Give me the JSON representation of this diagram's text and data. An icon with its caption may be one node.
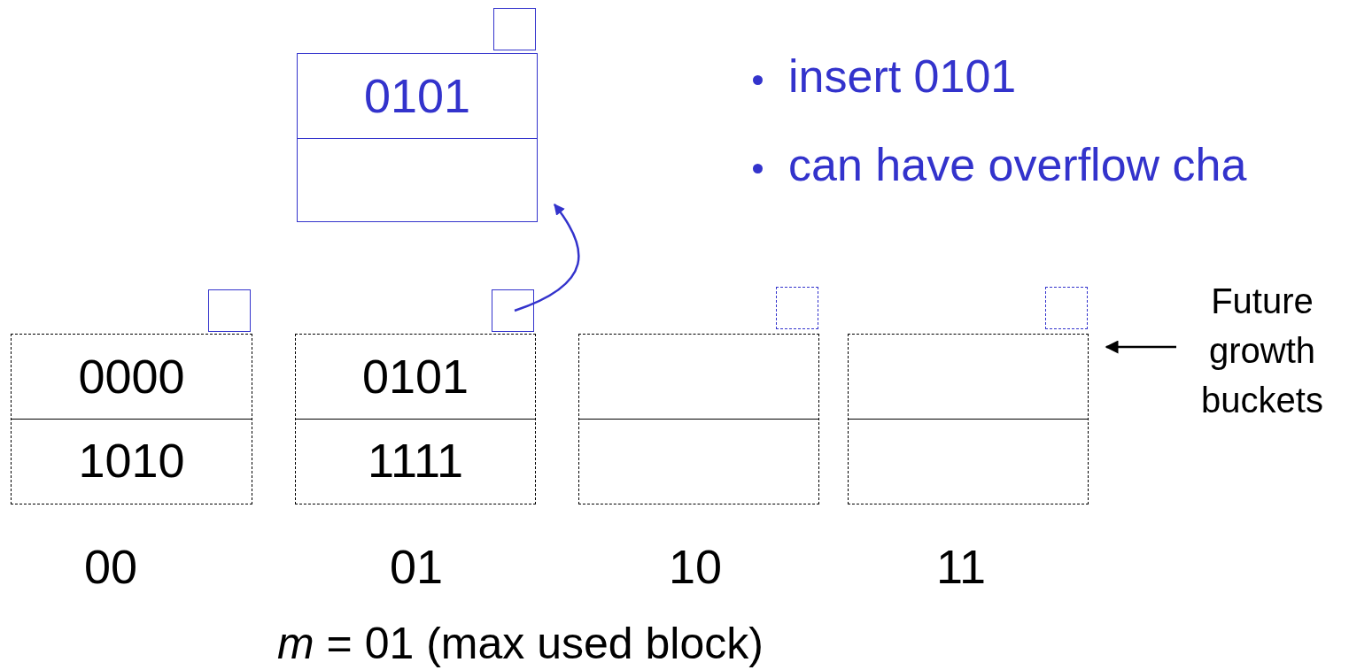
{
  "diagram": {
    "nodes": [
      {
        "text": [],
        "shape": "box"
      },
      {
        "text": [
          "0101"
        ]
      },
      {
        "text": [
          "insert 0101"
        ]
      },
      {
        "text": [
          "can have overflow cha"
        ]
      },
      {
        "text": [],
        "shape": "box"
      },
      {
        "text": [],
        "shape": "box"
      },
      {
        "text": [],
        "shape": "box"
      },
      {
        "text": [],
        "shape": "box"
      },
      {
        "text": [
          "Future growth buckets"
        ]
      },
      {
        "text": [
          "0000",
          "1010"
        ],
        "beside": [
          "00"
        ]
      },
      {
        "text": [
          "0101",
          "1111"
        ],
        "beside": [
          "01"
        ]
      },
      {
        "text": [],
        "shape": "box",
        "beside": [
          "10"
        ]
      },
      {
        "text": [],
        "shape": "box",
        "beside": [
          "11"
        ]
      }
    ],
    "edges": [
      {
        "from": 5,
        "to": 1,
        "arrow": "to",
        "color": "#3333cc"
      },
      {
        "from": 8,
        "to": 12,
        "arrow": "to",
        "color": "#000000"
      }
    ],
    "labels": [
      "*m* = 01 (max used block)"
    ]
  }
}
